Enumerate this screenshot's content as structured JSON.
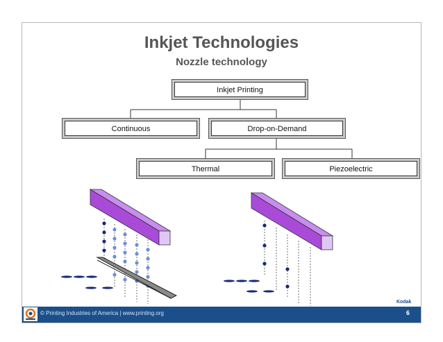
{
  "slide": {
    "title": "Inkjet Technologies",
    "subtitle": "Nozzle technology"
  },
  "tree": {
    "root": "Inkjet Printing",
    "continuous": "Continuous",
    "dod": "Drop-on-Demand",
    "thermal": "Thermal",
    "piezo": "Piezoelectric"
  },
  "credit": "Kodak",
  "footer": {
    "text": "© Printing Industries of America | www.printing.org",
    "page": "6"
  },
  "colors": {
    "footer": "#1b4f8b",
    "head_front": "#a94bd8",
    "head_side": "#e0c6f5",
    "drop_dark": "#1a2a78",
    "drop_light": "#6b8fd8"
  }
}
